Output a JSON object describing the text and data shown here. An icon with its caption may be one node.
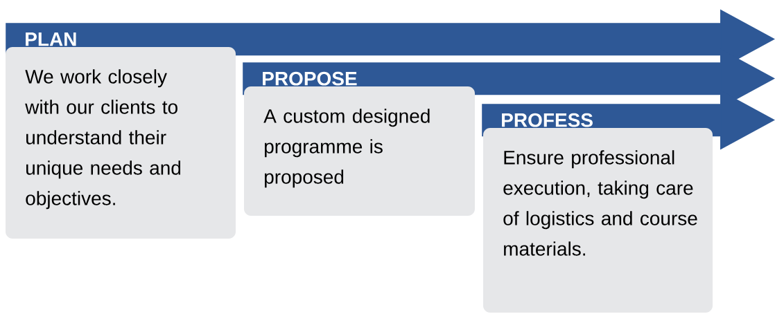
{
  "diagram": {
    "nodes": [
      {
        "text": [
          "PLAN"
        ]
      },
      {
        "text": [
          "We work closely with our clients to understand their unique needs and objectives."
        ]
      },
      {
        "text": [
          "PROPOSE"
        ]
      },
      {
        "text": [
          "A custom designed programme is proposed"
        ]
      },
      {
        "text": [
          "PROFESS"
        ]
      },
      {
        "text": [
          "Ensure professional execution, taking care of logistics and course materials."
        ]
      }
    ]
  }
}
